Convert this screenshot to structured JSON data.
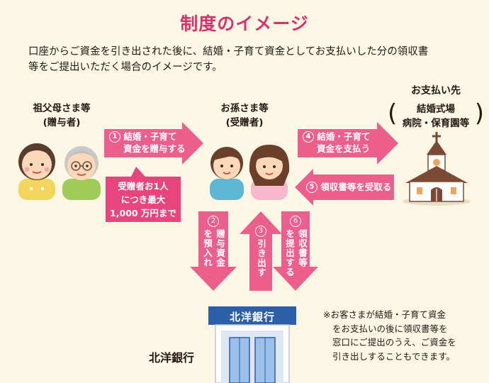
{
  "title": "制度のイメージ",
  "intro": {
    "line1": "口座からご資金を引き出された後に、結婚・子育て資金としてお支払いした分の領収書",
    "line2": "等をご提出いただく場合のイメージです。"
  },
  "donor": {
    "name": "祖父母さま等",
    "role": "(贈与者)"
  },
  "recipient": {
    "name": "お孫さま等",
    "role": "(受贈者)"
  },
  "payee": {
    "name": "お支払い先",
    "line1": "結婚式場",
    "line2": "病院・保育園等"
  },
  "steps": {
    "s1": {
      "num": "1",
      "line1": "結婚・子育て",
      "line2": "資金を贈与する"
    },
    "s2": {
      "num": "2",
      "col1": "贈与資金",
      "col2": "を預入れ"
    },
    "s3": {
      "num": "3",
      "text": "引き出す"
    },
    "s4": {
      "num": "4",
      "line1": "結婚・子育て",
      "line2": "資金を支払う"
    },
    "s5": {
      "num": "5",
      "text": "領収書等を受取る"
    },
    "s6": {
      "num": "6",
      "col1": "領収書等",
      "col2": "を提出する"
    }
  },
  "limit_callout": {
    "line1": "受贈者お1人",
    "line2": "につき最大",
    "line3": "1,000 万円まで"
  },
  "bank": {
    "sign": "北洋銀行",
    "caption": "北洋銀行"
  },
  "note": {
    "line1": "※お客さまが結婚・子育て資金",
    "line2": "をお支払いの後に領収書等を",
    "line3": "窓口にご提出のうえ、ご資金を",
    "line4": "引き出しすることもできます。"
  },
  "colors": {
    "accent": "#e8457f",
    "arrow": "#ec5f8c",
    "bank_blue": "#2d5ea8",
    "title": "#d6336c"
  }
}
